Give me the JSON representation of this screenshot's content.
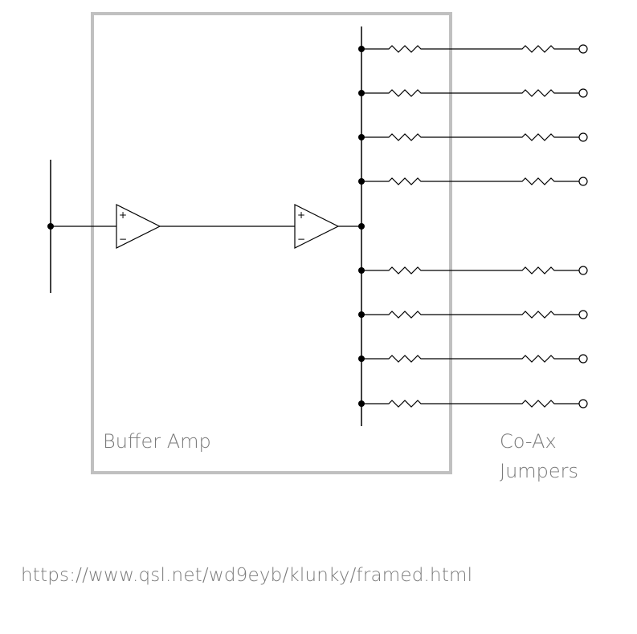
{
  "labels": {
    "buffer_amp": "Buffer Amp",
    "coax_line1": "Co-Ax",
    "coax_line2": "Jumpers",
    "source_url": "https://www.qsl.net/wd9eyb/klunky/framed.html"
  },
  "opamp_symbols": {
    "plus": "+",
    "minus": "−"
  },
  "colors": {
    "frame": "#c0c0c0",
    "wire": "#000000",
    "text": "#7a7a7a"
  },
  "icons": [
    "input-bus",
    "op-amp",
    "resistor",
    "output-terminal",
    "junction-dot"
  ]
}
